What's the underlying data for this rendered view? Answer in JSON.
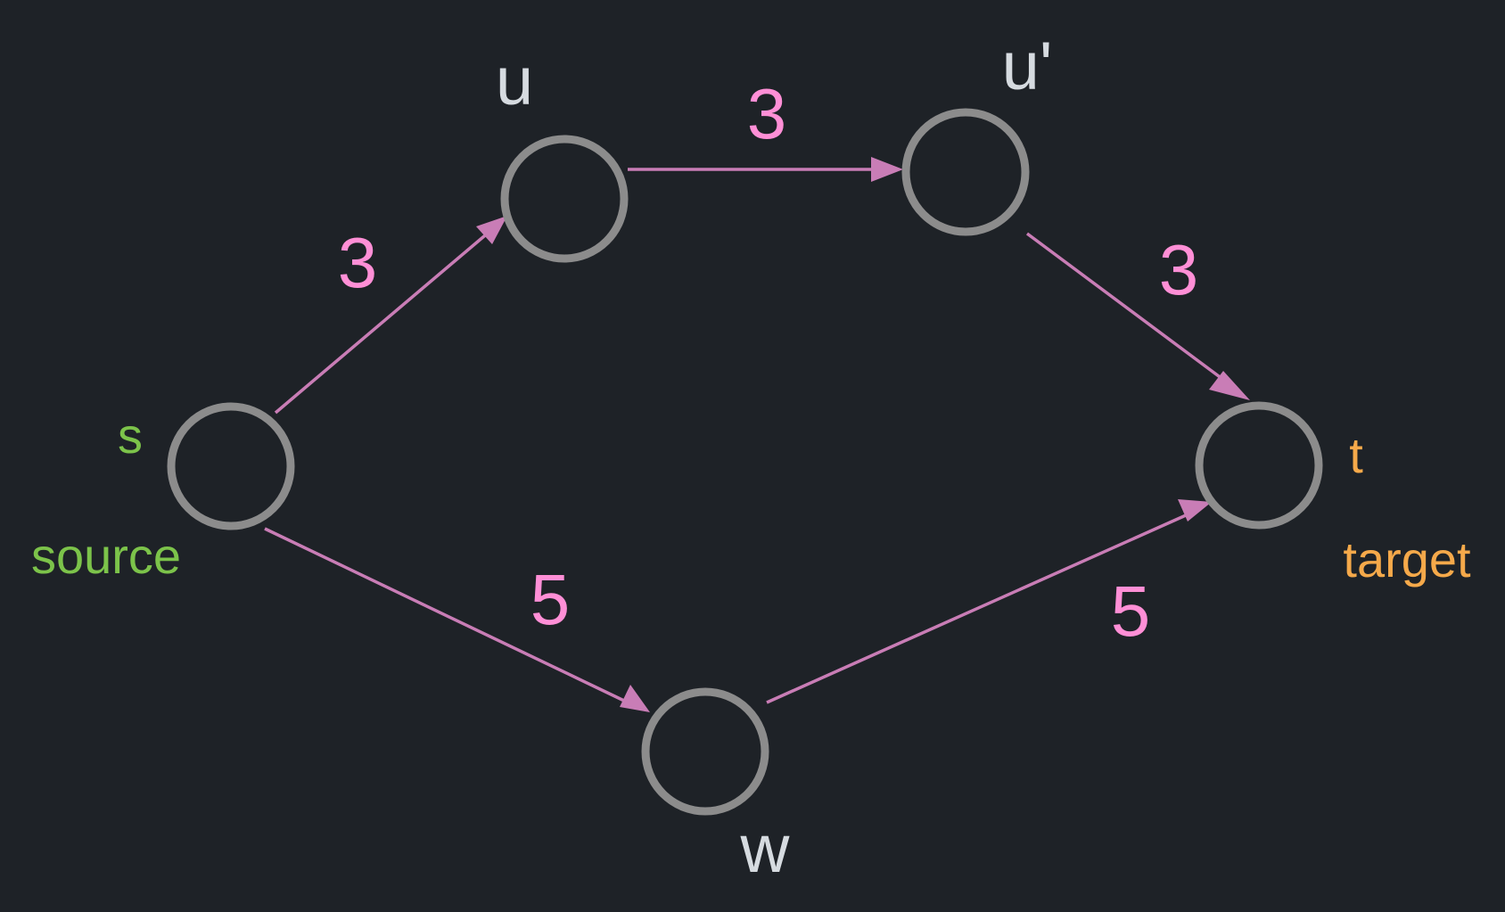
{
  "diagram": {
    "colors": {
      "background": "#1e2227",
      "node_stroke": "#8c8c8c",
      "edge": "#c97db6",
      "weight_label": "#ff8fd6",
      "node_label": "#d6dbe0",
      "source_label": "#7cc34a",
      "target_label": "#f5a94a"
    },
    "nodes": {
      "s": {
        "label": "s",
        "caption": "source"
      },
      "u": {
        "label": "u"
      },
      "u_prime": {
        "label": "u'"
      },
      "w": {
        "label": "w"
      },
      "t": {
        "label": "t",
        "caption": "target"
      }
    },
    "edges": [
      {
        "from": "s",
        "to": "u",
        "weight": "3"
      },
      {
        "from": "u",
        "to": "u'",
        "weight": "3"
      },
      {
        "from": "u'",
        "to": "t",
        "weight": "3"
      },
      {
        "from": "s",
        "to": "w",
        "weight": "5"
      },
      {
        "from": "w",
        "to": "t",
        "weight": "5"
      }
    ]
  }
}
